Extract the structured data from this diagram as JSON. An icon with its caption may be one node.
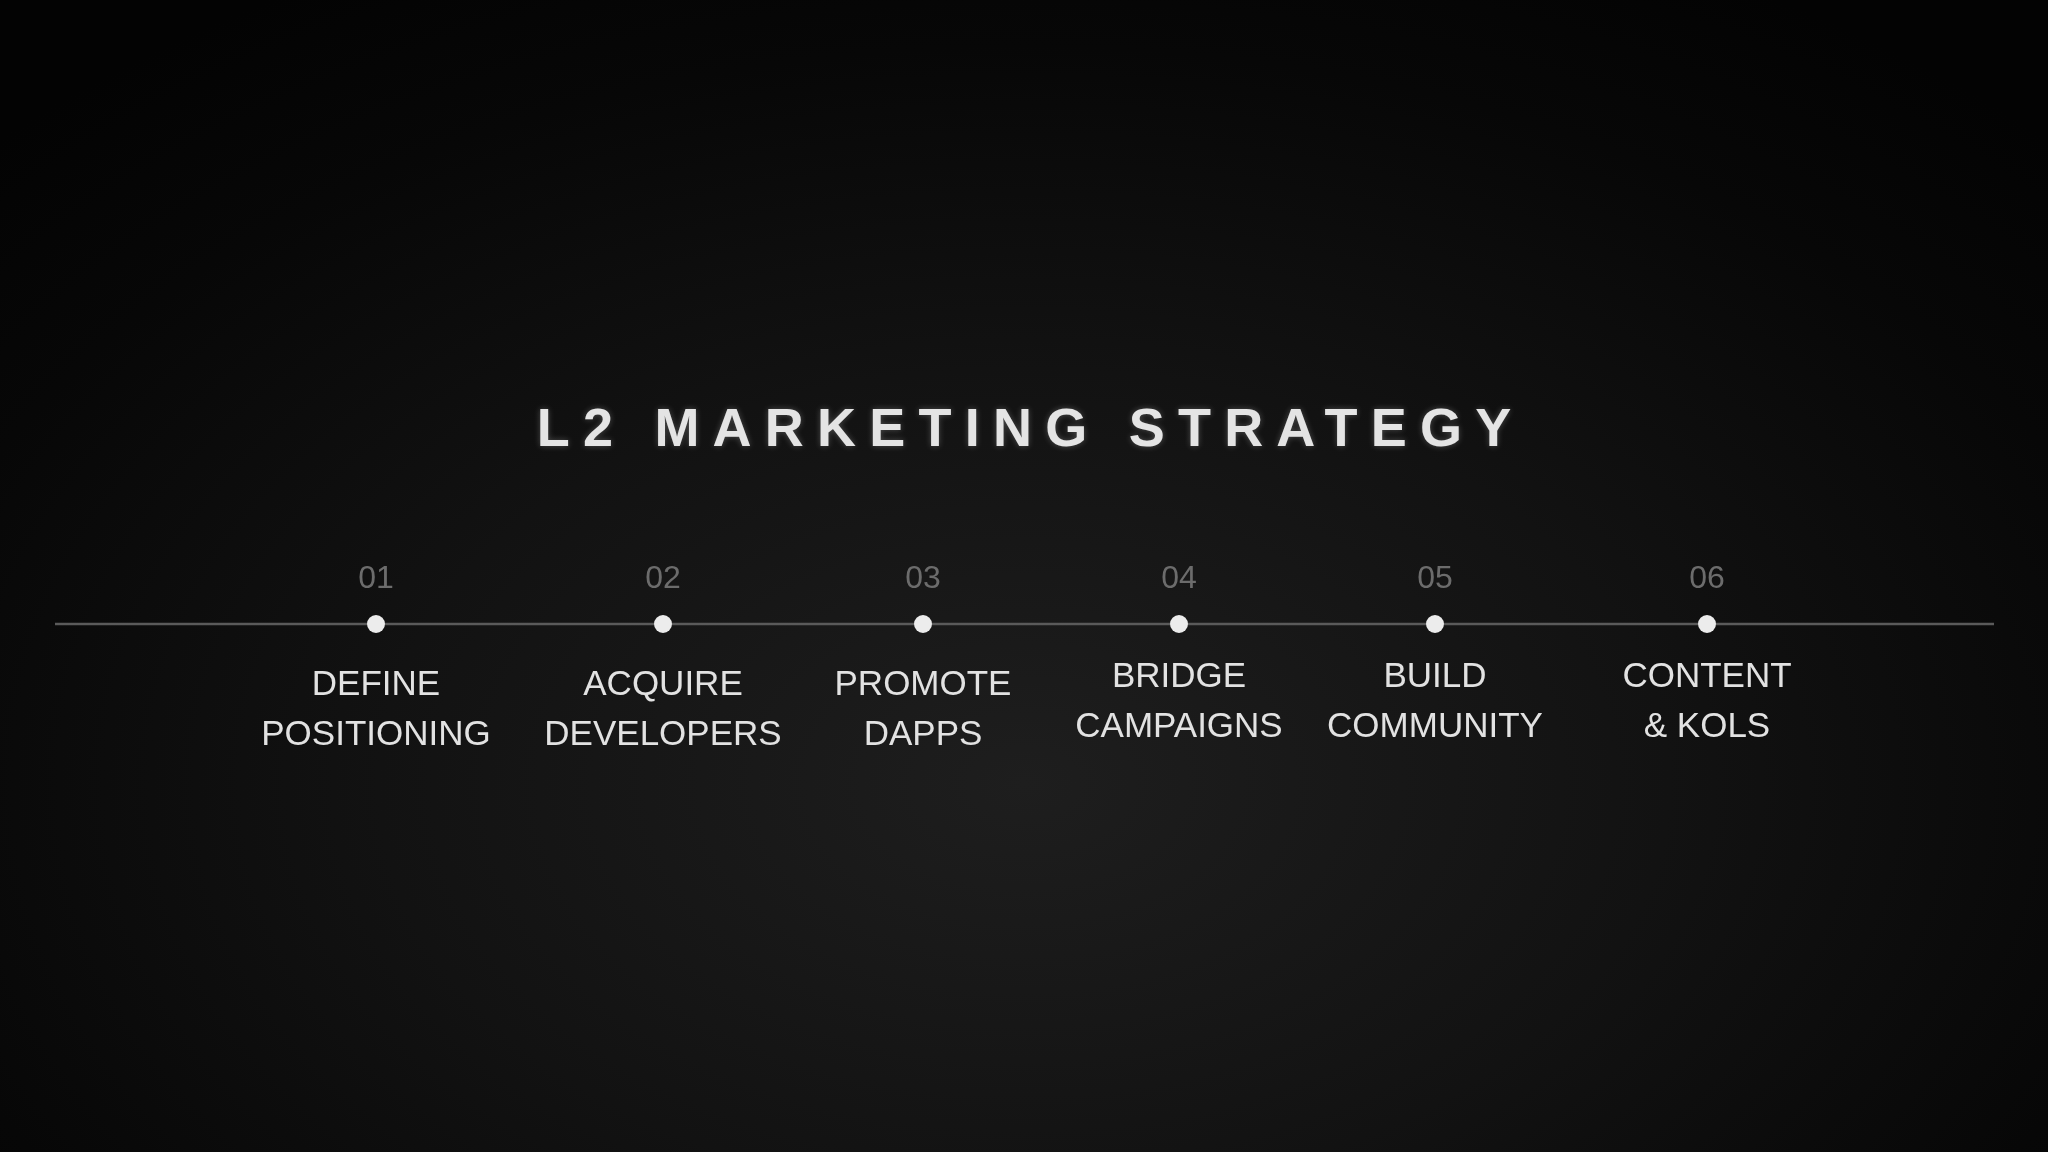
{
  "diagram": {
    "title": "L2 MARKETING STRATEGY",
    "nodes": [
      {
        "text": [],
        "shape": "circle",
        "beside": [
          "01",
          "DEFINE POSITIONING"
        ]
      },
      {
        "text": [],
        "shape": "circle",
        "beside": [
          "02",
          "ACQUIRE DEVELOPERS"
        ]
      },
      {
        "text": [],
        "shape": "circle",
        "beside": [
          "03",
          "PROMOTE DAPPS"
        ]
      },
      {
        "text": [],
        "shape": "circle",
        "beside": [
          "04",
          "BRIDGE CAMPAIGNS"
        ]
      },
      {
        "text": [],
        "shape": "circle",
        "beside": [
          "05",
          "BUILD COMMUNITY"
        ]
      },
      {
        "text": [],
        "shape": "circle",
        "beside": [
          "06",
          "CONTENT & KOLS"
        ]
      }
    ],
    "edges": [
      {
        "from": null,
        "to": 0,
        "arrow": "none"
      },
      {
        "from": 0,
        "to": 1,
        "arrow": "none"
      },
      {
        "from": 1,
        "to": 2,
        "arrow": "none"
      },
      {
        "from": 2,
        "to": 3,
        "arrow": "none"
      },
      {
        "from": 3,
        "to": 4,
        "arrow": "none"
      },
      {
        "from": 4,
        "to": 5,
        "arrow": "none"
      },
      {
        "from": 5,
        "to": null,
        "arrow": "none"
      }
    ]
  }
}
